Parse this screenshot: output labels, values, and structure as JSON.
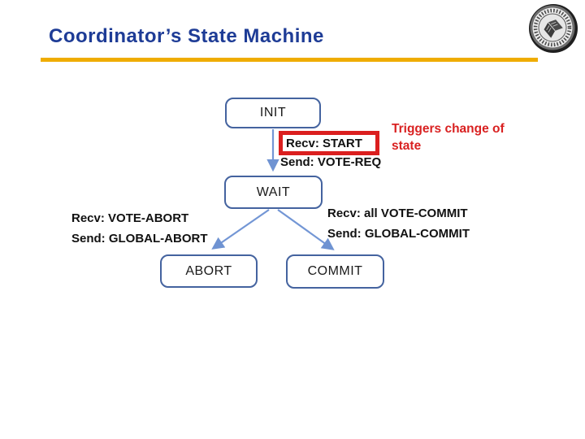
{
  "slide": {
    "title": "Coordinator’s State Machine"
  },
  "logo": {
    "name": "university-seal"
  },
  "colors": {
    "title_blue": "#1e3c96",
    "underline_gold": "#efac00",
    "state_border_blue": "#44639f",
    "arrow_blue": "#7396d5",
    "highlight_red": "#db1f1f"
  },
  "diagram": {
    "states": [
      {
        "id": "init",
        "label": "INIT"
      },
      {
        "id": "wait",
        "label": "WAIT"
      },
      {
        "id": "abort",
        "label": "ABORT"
      },
      {
        "id": "commit",
        "label": "COMMIT"
      }
    ],
    "transitions": {
      "init_to_wait": {
        "recv": "Recv: START",
        "send": "Send: VOTE-REQ"
      },
      "wait_to_abort": {
        "recv": "Recv: VOTE-ABORT",
        "send": "Send: GLOBAL-ABORT"
      },
      "wait_to_commit": {
        "recv": "Recv: all VOTE-COMMIT",
        "send": "Send: GLOBAL-COMMIT"
      }
    },
    "annotation": {
      "text": "Triggers change of state"
    }
  }
}
